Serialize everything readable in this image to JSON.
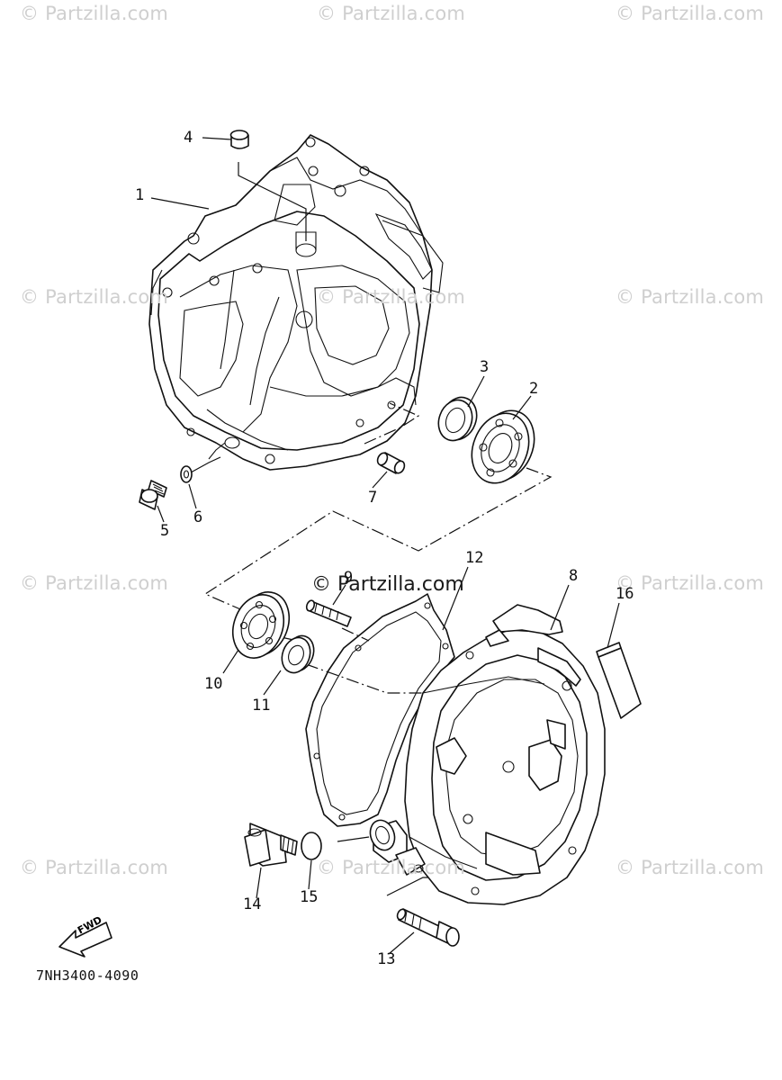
{
  "watermarks": {
    "corner": "© Partzilla.com",
    "center": "© Partzilla.com"
  },
  "callouts": {
    "p1": "1",
    "p2": "2",
    "p3": "3",
    "p4": "4",
    "p5": "5",
    "p6": "6",
    "p7": "7",
    "p8": "8",
    "p9": "9",
    "p10": "10",
    "p11": "11",
    "p12": "12",
    "p13": "13",
    "p14": "14",
    "p15": "15",
    "p16": "16"
  },
  "fwd_label": "FWD",
  "diagram_code": "7NH3400-4090"
}
